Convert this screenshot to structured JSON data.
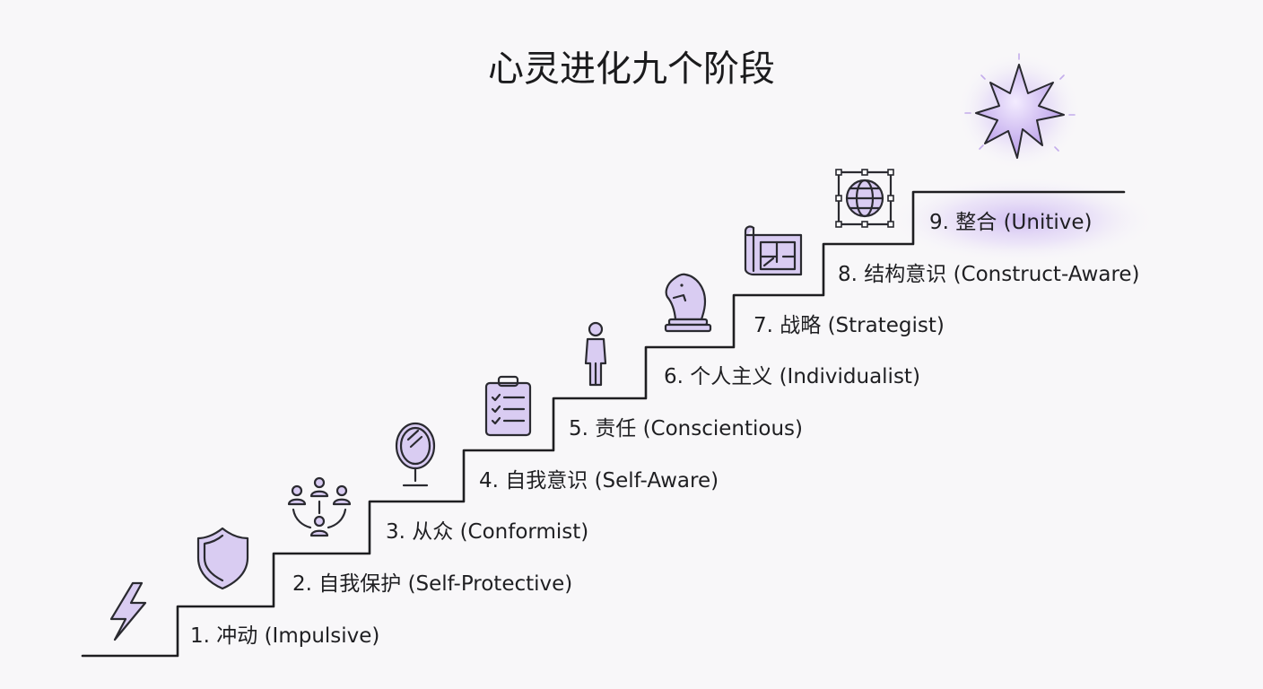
{
  "title": "心灵进化九个阶段",
  "accent_color": "#c9b3f0",
  "stages": [
    {
      "label": "1. 冲动 (Impulsive)",
      "icon": "lightning-icon"
    },
    {
      "label": "2. 自我保护 (Self-Protective)",
      "icon": "shield-icon"
    },
    {
      "label": "3. 从众 (Conformist)",
      "icon": "group-icon"
    },
    {
      "label": "4. 自我意识 (Self-Aware)",
      "icon": "mirror-icon"
    },
    {
      "label": "5. 责任 (Conscientious)",
      "icon": "clipboard-checklist-icon"
    },
    {
      "label": "6. 个人主义 (Individualist)",
      "icon": "person-icon"
    },
    {
      "label": "7. 战略 (Strategist)",
      "icon": "chess-knight-icon"
    },
    {
      "label": "8. 结构意识 (Construct-Aware)",
      "icon": "blueprint-icon"
    },
    {
      "label": "9. 整合 (Unitive)",
      "icon": "globe-frame-icon"
    }
  ],
  "summit_icon": "radiant-star-icon"
}
